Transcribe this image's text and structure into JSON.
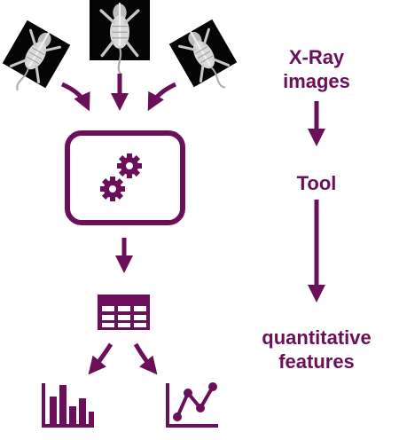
{
  "colors": {
    "accent": "#6b0f5a",
    "xray_bg": "#050505",
    "xray_body": "#d9d9d9"
  },
  "labels": {
    "xray_line1": "X-Ray",
    "xray_line2": "images",
    "tool": "Tool",
    "features_line1": "quantitative",
    "features_line2": "features"
  },
  "icons": {
    "xray_images": [
      "rat-xray-image",
      "rat-xray-image",
      "rat-xray-image"
    ],
    "tool": "gears-icon",
    "table": "table-icon",
    "outputs": [
      "bar-chart-icon",
      "line-chart-icon"
    ]
  }
}
